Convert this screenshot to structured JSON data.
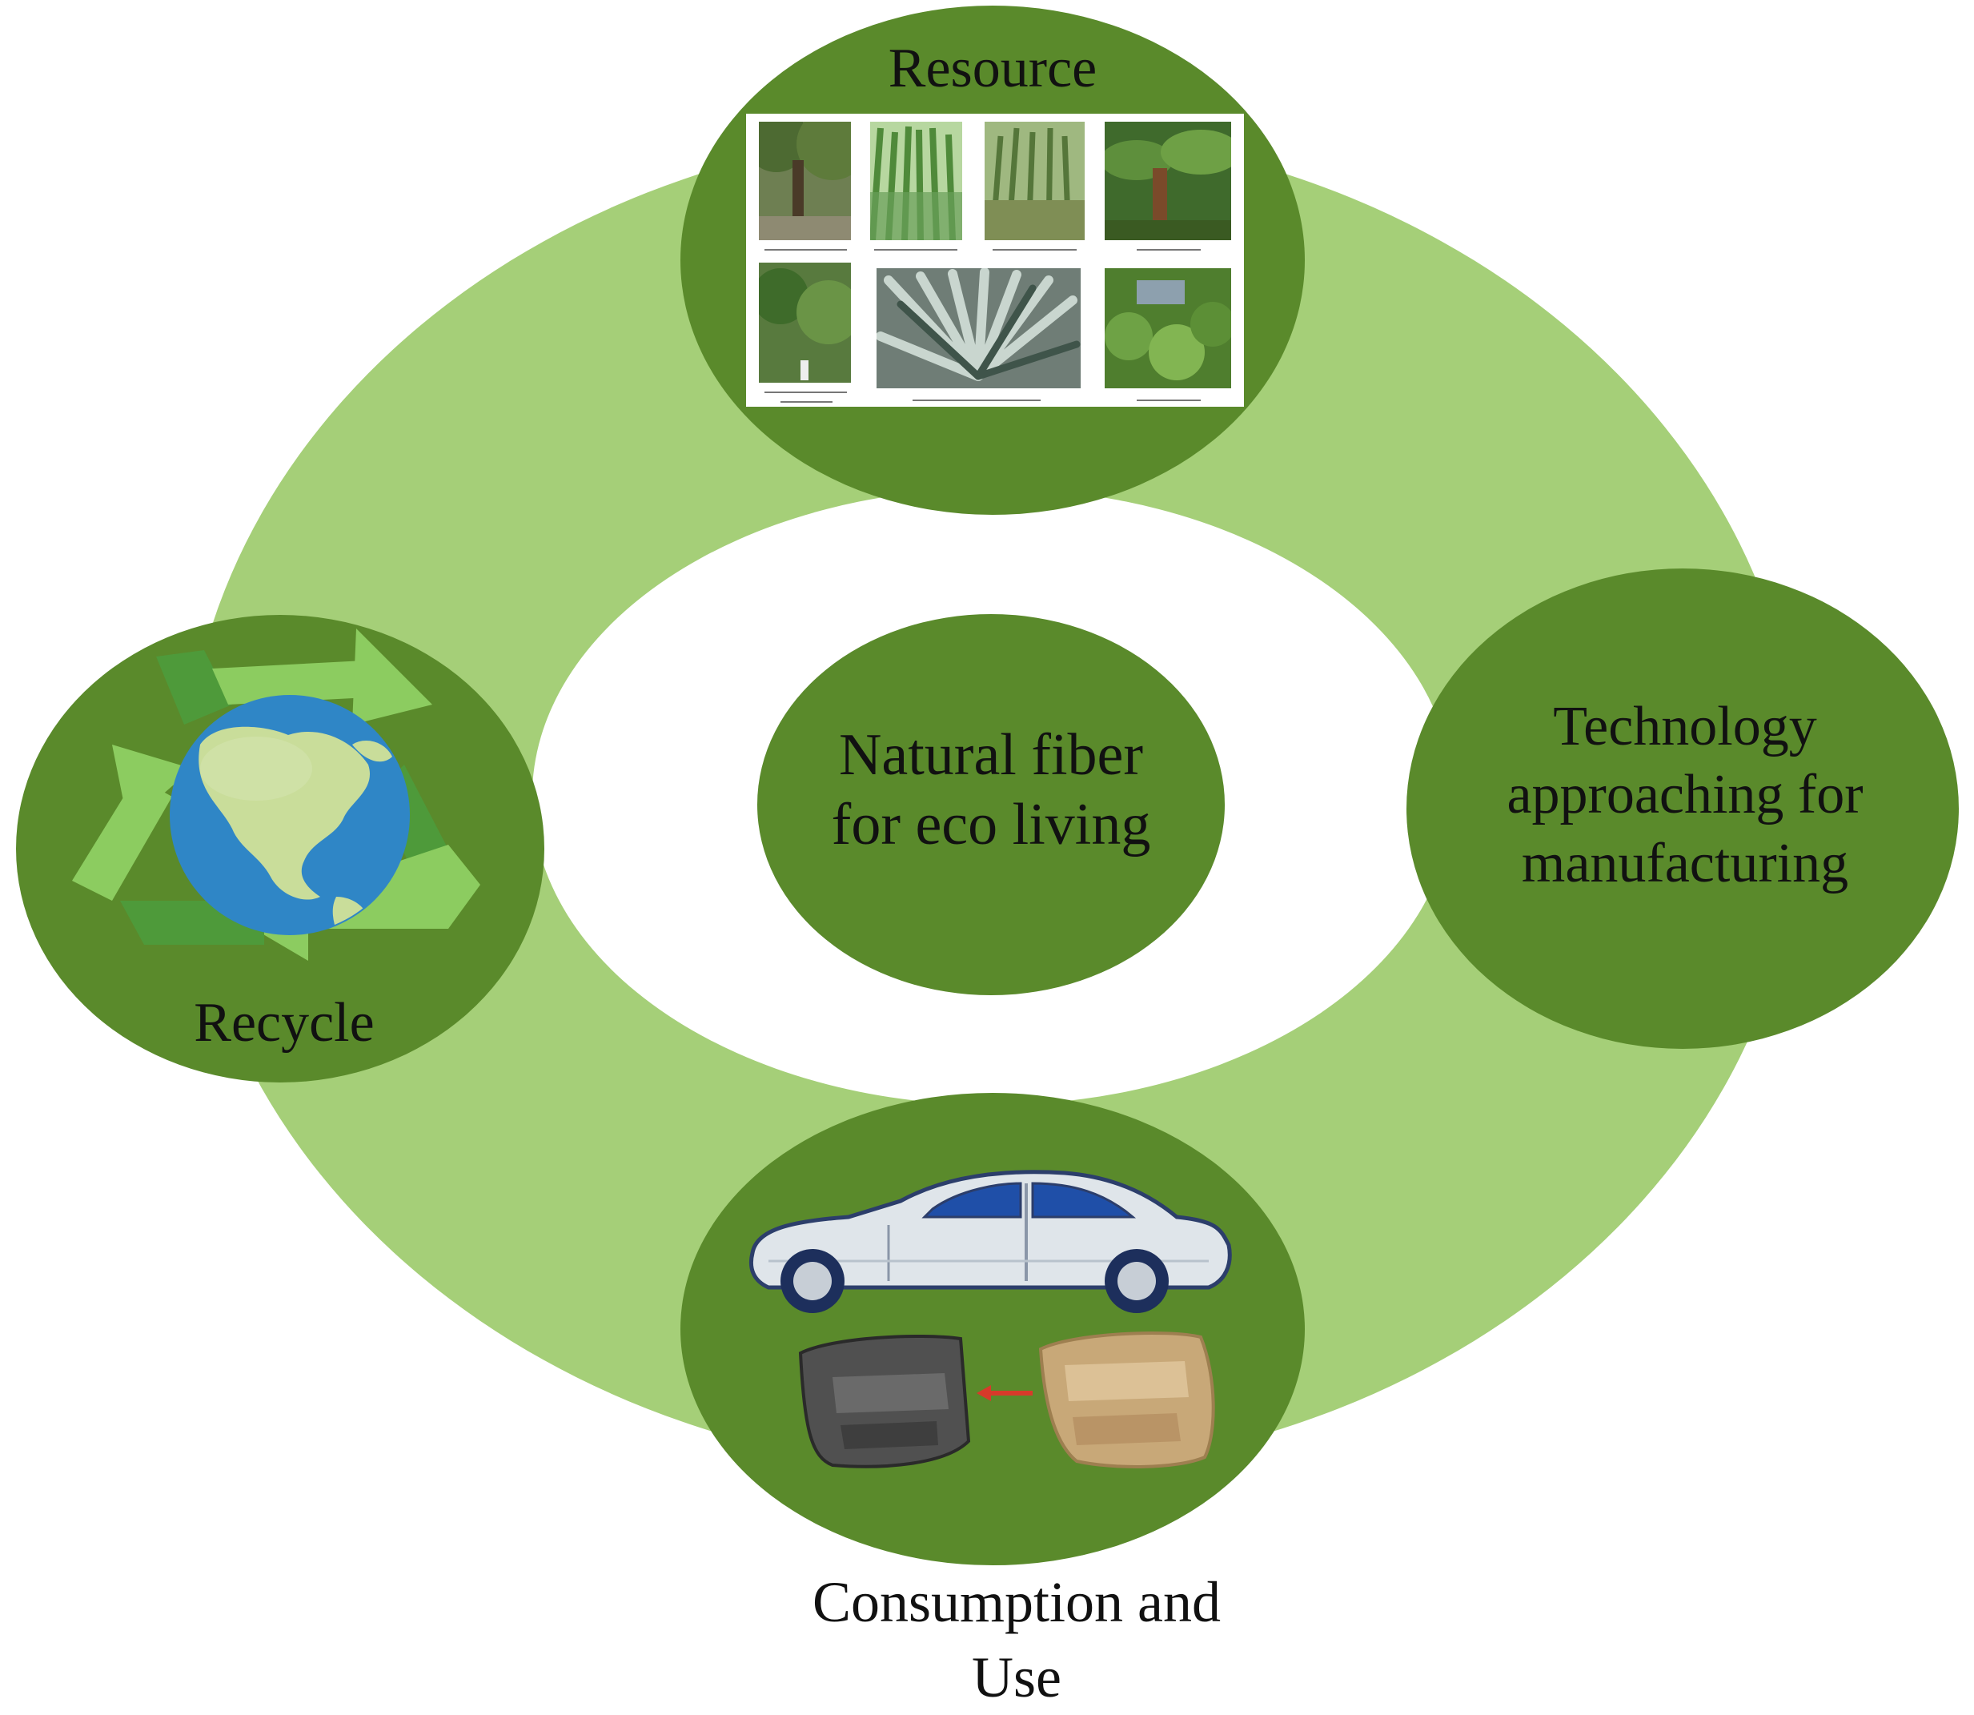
{
  "center": {
    "line1": "Natural fiber",
    "line2": "for eco living"
  },
  "nodes": {
    "resource": {
      "label": "Resource"
    },
    "technology": {
      "line1": "Technology",
      "line2": "approaching for",
      "line3": "manufacturing"
    },
    "recycle": {
      "label": "Recycle"
    },
    "consumption": {
      "line1": "Consumption and",
      "line2": "Use"
    }
  },
  "colors": {
    "ring": "#a5cf78",
    "node_fill": "#5a8a2b",
    "center_fill": "#5a8a2b",
    "ocean": "#2f86c6",
    "land": "#c9dd9a",
    "recycle_arrow_light": "#8ccc60",
    "recycle_arrow_dark": "#4e9a3a",
    "car_body": "#dfe5ea",
    "door_dark": "#505050",
    "door_fiber": "#c8a878",
    "arrow_red": "#d83a2a"
  },
  "icons": [
    "globe-icon",
    "recycle-arrows-icon",
    "car-icon",
    "car-door-panel-icon",
    "natural-fiber-door-panel-icon",
    "left-arrow-icon"
  ]
}
